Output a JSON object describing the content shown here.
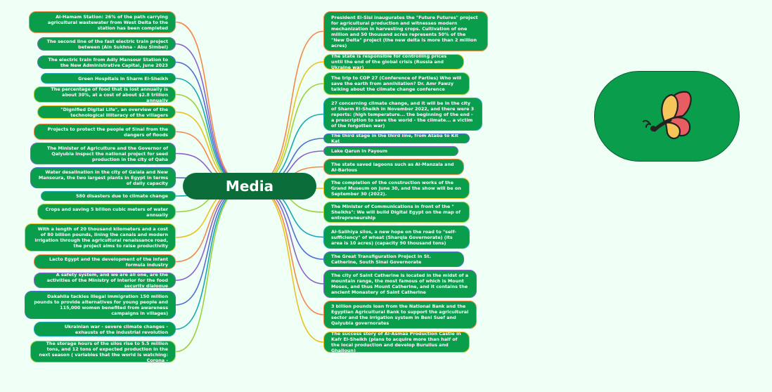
{
  "central": {
    "label": "Media"
  },
  "left_nodes": [
    {
      "text": "Al-Hamam Station: 26% of the path carrying agricultural wastewater from West Delta to the station has been completed",
      "color": "#f2894a"
    },
    {
      "text": "The second line of the fast electric train project between (Ain Sukhna - Abu Simbel)",
      "color": "#8a63c9"
    },
    {
      "text": "The electric train from Adly Mansour Station to the New Administrative Capital, June 2023",
      "color": "#4f6fd0"
    },
    {
      "text": "Green Hospitals in Sharm El-Sheikh",
      "color": "#1aa7b5"
    },
    {
      "text": "The percentage of food that is lost annually is about 30%, at a cost of about $2.8 trillion annually",
      "color": "#9bd23a"
    },
    {
      "text": "\"Dignified Digital Life\", an overview of the technological illiteracy of the villagers",
      "color": "#e8c320"
    },
    {
      "text": "Projects to protect the people of Sinai from the dangers of floods",
      "color": "#f2894a"
    },
    {
      "text": "The Minister of Agriculture and the Governor of Qalyubia inspect the national project for seed production in the city of Qaha",
      "color": "#8a63c9"
    },
    {
      "text": "Water desalination in the city of Galala and New Mansoura, the two largest plants in Egypt in terms of daily capacity",
      "color": "#4f6fd0"
    },
    {
      "text": "580 disasters due to climate change",
      "color": "#1aa7b5"
    },
    {
      "text": "Crops and saving 5 billion cubic meters of water annually",
      "color": "#9bd23a"
    },
    {
      "text": "With a length of 20 thousand kilometers and a cost of 80 billion pounds, lining the canals and modern irrigation through the agricultural renaissance road, the project aims to raise productivity",
      "color": "#e8c320"
    },
    {
      "text": "Lacto Egypt and the development of the infant formula industry",
      "color": "#f2894a"
    },
    {
      "text": "A safety system, and we are all one, are the activities of the Ministry of Interior for the food security dialogue",
      "color": "#8a63c9"
    },
    {
      "text": "Dakahlia tackles illegal immigration 150 million pounds to provide alternatives for young people and 115,000 women benefited from awareness campaigns in villages)",
      "color": "#4f6fd0"
    },
    {
      "text": "Ukrainian war - severe climate changes - exhausts of the industrial revolution",
      "color": "#1aa7b5"
    },
    {
      "text": "The storage hours of the silos rise to 5.5 million tons, and 12 tons of expected production in the next season ( variables that the world is watching: Corona -",
      "color": "#9bd23a"
    }
  ],
  "right_nodes": [
    {
      "text": "President El-Sisi inaugurates the \"Future Futures\" project for agricultural production and witnesses modern mechanization in harvesting crops. Cultivation of one million and 50 thousand acres represents 50% of the \"New Delta\" project (the new delta is more than 2 million acres)",
      "color": "#f2894a"
    },
    {
      "text": "The state is responsible for controlling prices until the end of the global crisis (Russia and Ukraine war)",
      "color": "#e8c320"
    },
    {
      "text": "The trip to COP 27 (Conference of Parties) Who will save the earth from annihilation? Dr. Amr Fawzy talking about the climate change conference",
      "color": "#9bd23a"
    },
    {
      "text": "27 concerning climate change, and it will be in the city of Sharm El-Sheikh in November 2022, and there were 3 reports: (high temperature... the beginning of the end - a prescription to save the world - the climate... a victim of the forgotten war)",
      "color": "#1aa7b5"
    },
    {
      "text": "The third stage in the third line, from Ataba to Kit Kat",
      "color": "#4f6fd0"
    },
    {
      "text": "Lake Qarun in Fayoum",
      "color": "#8a63c9"
    },
    {
      "text": "The state saved lagoons such as Al-Manzala and Al-Barlous",
      "color": "#f2894a"
    },
    {
      "text": "The completion of the construction works of the Grand Museum on June 30, and the show will be on September 30 (2022).",
      "color": "#e8c320"
    },
    {
      "text": "The Minister of Communications in front of the \" Sheikhs\": We will build Digital Egypt on the map of entrepreneurship",
      "color": "#9bd23a"
    },
    {
      "text": "Al-Salihiya silos, a new hope on the road to \"self-sufficiency\" of wheat (Sharqia Governorate) (its area is 10 acres) (capacity 90 thousand tons)",
      "color": "#1aa7b5"
    },
    {
      "text": "The Great Transfiguration Project in St. Catherine, South Sinai Governorate",
      "color": "#4f6fd0"
    },
    {
      "text": "The city of Saint Catherine is located in the midst of a mountain range, the most famous of which is Mount Moses, and thus Mount Catherine, and it contains the ancient Monastery of Saint Catherine",
      "color": "#8a63c9"
    },
    {
      "text": "3 billion pounds loan from the National Bank and the Egyptian Agricultural Bank to support the agricultural sector and the irrigation system in Beni Suef and Qalyubia governorates",
      "color": "#f2894a"
    },
    {
      "text": "The success story of Al-Asmaa Production Castle in Kafr El-Sheikh (plans to acquire more than half of the local production and develop Burullus and Ghalioun)",
      "color": "#e8c320"
    }
  ],
  "logo": {
    "icon": "butterfly-icon"
  },
  "colors": {
    "background": "#effff6",
    "node": "#0a9e4c",
    "central": "#0b6e3a"
  }
}
